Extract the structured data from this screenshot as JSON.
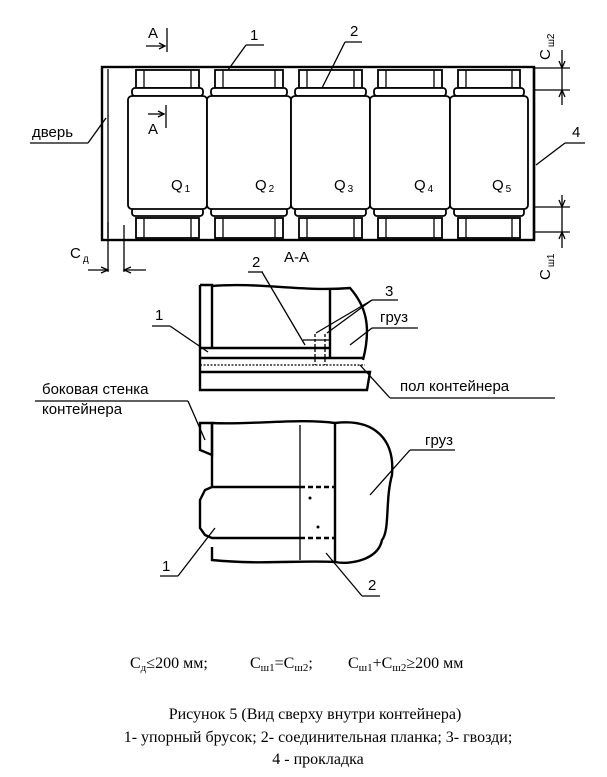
{
  "top_view": {
    "section_mark": "A",
    "door_label": "дверь",
    "callouts": [
      "1",
      "2",
      "4"
    ],
    "loads": [
      {
        "base": "Q",
        "sub": "1"
      },
      {
        "base": "Q",
        "sub": "2"
      },
      {
        "base": "Q",
        "sub": "3"
      },
      {
        "base": "Q",
        "sub": "4"
      },
      {
        "base": "Q",
        "sub": "5"
      }
    ],
    "dim_door": {
      "base": "С",
      "sub": "д"
    },
    "dim_gap1": {
      "base": "С",
      "sub": "ш1"
    },
    "dim_gap2": {
      "base": "С",
      "sub": "ш2"
    }
  },
  "section": {
    "title": "А-А",
    "callout_2": "2",
    "callout_3": "3",
    "callout_1": "1",
    "cargo_label": "груз",
    "floor_label": "пол контейнера"
  },
  "detail": {
    "wall_label_line1": "боковая стенка",
    "wall_label_line2": "контейнера",
    "cargo_label": "груз",
    "callout_1": "1",
    "callout_2": "2"
  },
  "formula": {
    "p1_base": "С",
    "p1_sub": "д",
    "p1_rest": "≤200 мм;",
    "p2_base": "С",
    "p2_sub": "ш1",
    "p2_eq": "=С",
    "p2_sub2": "ш2",
    "p2_end": ";",
    "p3_base": "С",
    "p3_sub": "ш1",
    "p3_plus": "+С",
    "p3_sub2": "ш2",
    "p3_rest": "≥200 мм"
  },
  "caption": {
    "title": "Рисунок 5 (Вид сверху внутри контейнера)",
    "legend_line1": "1-  упорный брусок; 2- соединительная планка; 3- гвозди;",
    "legend_line2": "4 - прокладка"
  }
}
